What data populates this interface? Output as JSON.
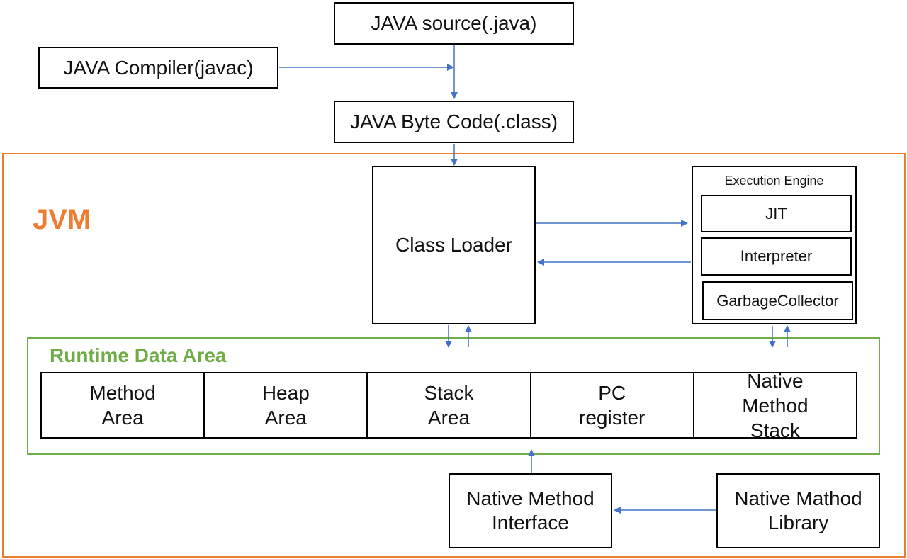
{
  "nodes": {
    "java_source": "JAVA source(.java)",
    "java_compiler": "JAVA Compiler(javac)",
    "byte_code": "JAVA Byte Code(.class)",
    "class_loader": "Class Loader",
    "native_method_interface": "Native Method\nInterface",
    "native_method_library": "Native Mathod\nLibrary"
  },
  "jvm": {
    "label": "JVM"
  },
  "execution_engine": {
    "title": "Execution Engine",
    "components": [
      "JIT",
      "Interpreter",
      "GarbageCollector"
    ]
  },
  "runtime_data_area": {
    "title": "Runtime Data Area",
    "areas": [
      "Method\nArea",
      "Heap\nArea",
      "Stack\nArea",
      "PC\nregister",
      "Native\nMethod\nStack"
    ]
  },
  "colors": {
    "jvm": "#ED7D31",
    "runtime_data_area": "#70AD47",
    "arrow": "#4472C4"
  }
}
